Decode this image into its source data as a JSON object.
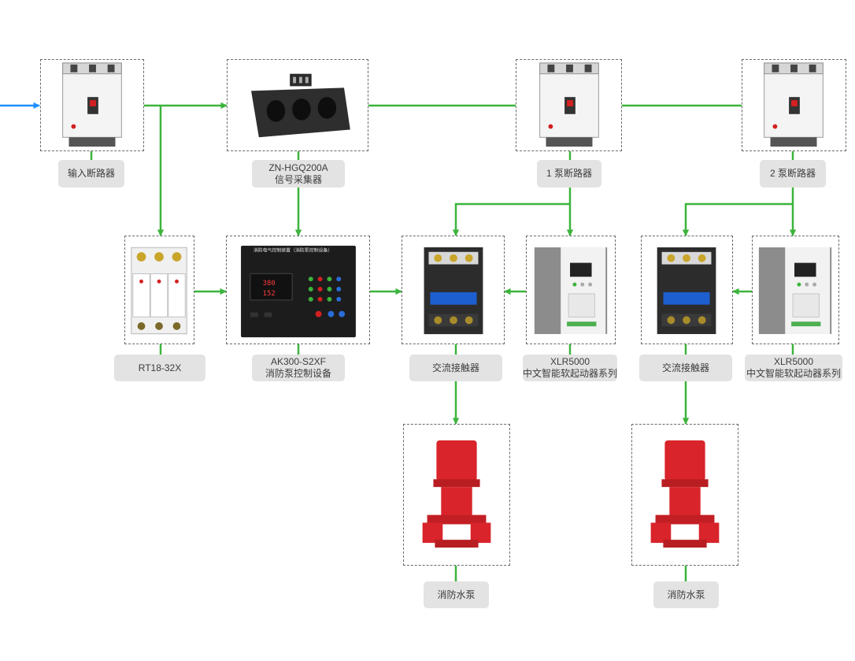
{
  "diagram": {
    "colors": {
      "wire": "#3cb43c",
      "input_wire": "#1e90ff",
      "frame": "#6b6b6b",
      "label_bg": "#e3e3e3"
    },
    "nodes": [
      {
        "id": "input-breaker",
        "icon": "breaker-icon",
        "label": [
          "输入断路器"
        ]
      },
      {
        "id": "signal-collector",
        "icon": "current-transformer-icon",
        "label": [
          "ZN-HGQ200A",
          "信号采集器"
        ]
      },
      {
        "id": "pump1-breaker",
        "icon": "breaker-icon",
        "label": [
          "1 泵断路器"
        ]
      },
      {
        "id": "pump2-breaker",
        "icon": "breaker-icon",
        "label": [
          "2 泵断路器"
        ]
      },
      {
        "id": "fuse",
        "icon": "fuse-icon",
        "label": [
          "RT18-32X"
        ]
      },
      {
        "id": "controller",
        "icon": "controller-panel-icon",
        "label": [
          "AK300-S2XF",
          "消防泵控制设备"
        ],
        "panel_title": "消防电气控制装置（消防泵控制设备）",
        "display_values": [
          "380",
          "152"
        ]
      },
      {
        "id": "contactor1",
        "icon": "contactor-icon",
        "label": [
          "交流接触器"
        ]
      },
      {
        "id": "soft-starter1",
        "icon": "soft-starter-icon",
        "label": [
          "XLR5000",
          "中文智能软起动器系列"
        ]
      },
      {
        "id": "contactor2",
        "icon": "contactor-icon",
        "label": [
          "交流接触器"
        ]
      },
      {
        "id": "soft-starter2",
        "icon": "soft-starter-icon",
        "label": [
          "XLR5000",
          "中文智能软起动器系列"
        ]
      },
      {
        "id": "pump1",
        "icon": "fire-pump-icon",
        "label": [
          "消防水泵"
        ]
      },
      {
        "id": "pump2",
        "icon": "fire-pump-icon",
        "label": [
          "消防水泵"
        ]
      }
    ]
  }
}
